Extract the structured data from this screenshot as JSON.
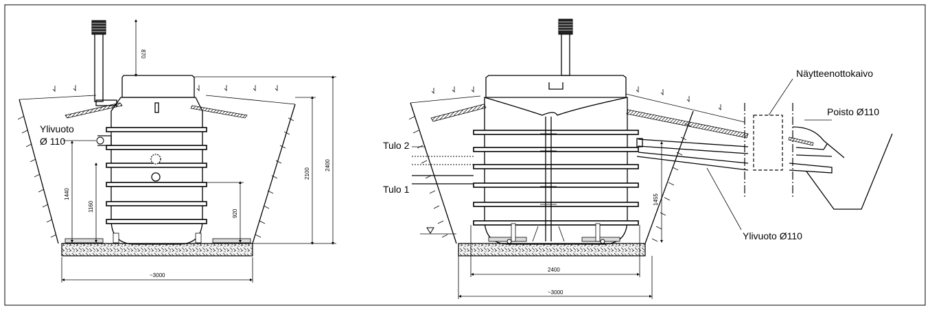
{
  "left_view": {
    "label_overflow_line1": "Ylivuoto",
    "label_overflow_line2": "Ø 110",
    "dim_870": "870",
    "dim_1440": "1440",
    "dim_1160": "1160",
    "dim_920": "920",
    "dim_2100": "2100",
    "dim_2400": "2400",
    "dim_width": "~3000"
  },
  "right_view": {
    "label_sampling_well": "Näytteenottokaivo",
    "label_outlet": "Poisto Ø110",
    "label_inlet2": "Tulo 2",
    "label_inlet1": "Tulo 1",
    "label_overflow": "Ylivuoto Ø110",
    "dim_1455": "1455",
    "dim_2400": "2400",
    "dim_width": "~3000"
  },
  "icons": {
    "vent_cap": "vent-cap-icon",
    "water_level": "water-level-triangle-icon"
  }
}
